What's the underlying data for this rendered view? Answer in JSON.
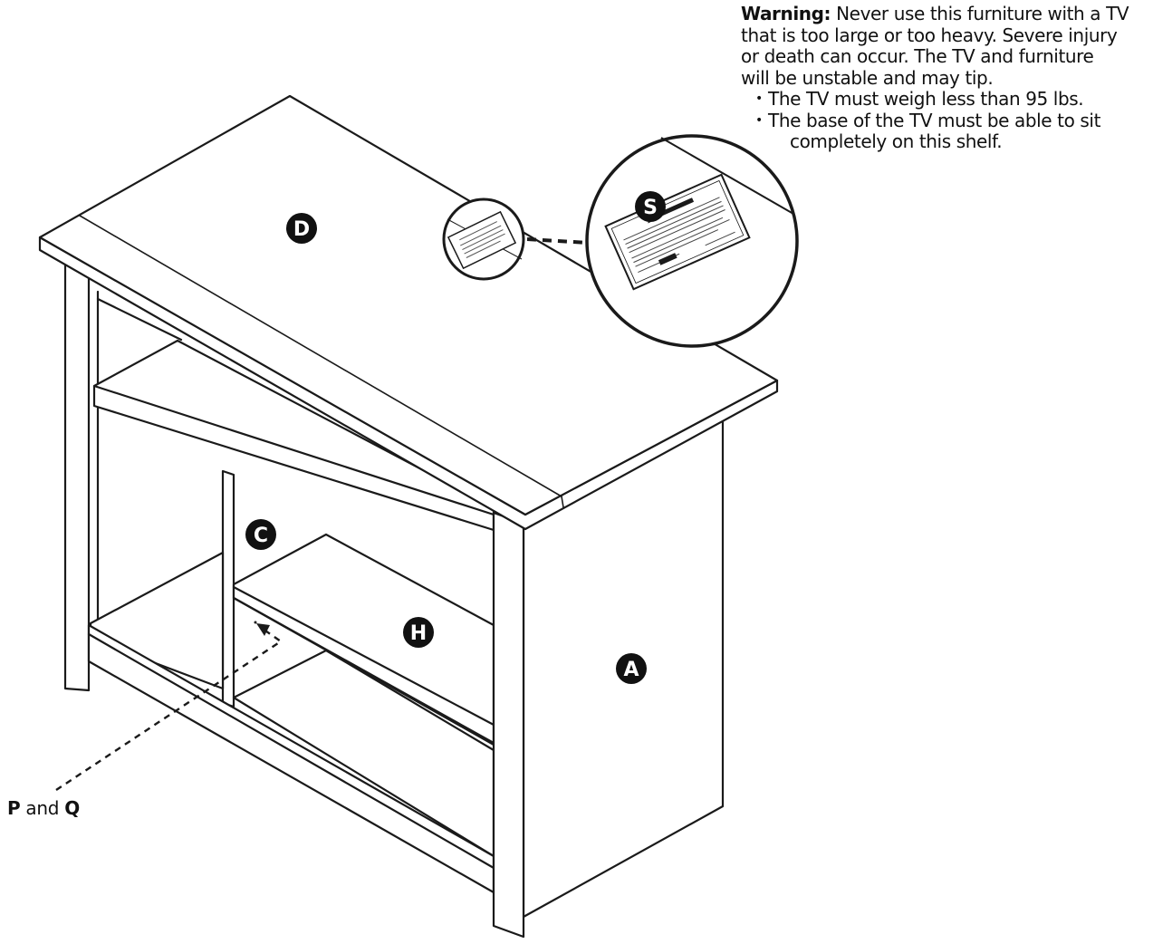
{
  "warning": {
    "label": "Warning:",
    "line1": "Never use this furniture with a TV",
    "line2": "that is too large or too heavy. Severe injury",
    "line3": "or death can occur. The TV and furniture",
    "line4": "will be unstable and may tip.",
    "bullet1": "The TV must weigh less than 95 lbs.",
    "bullet2_line1": "The base of the TV must be able to sit",
    "bullet2_line2": "completely on this shelf."
  },
  "parts": {
    "d": "D",
    "s": "S",
    "c": "C",
    "h": "H",
    "a": "A"
  },
  "hardware": {
    "p": "P",
    "and": "and",
    "q": "Q"
  },
  "colors": {
    "line": "#1a1a1a",
    "fill": "#ffffff",
    "badge": "#111111"
  }
}
